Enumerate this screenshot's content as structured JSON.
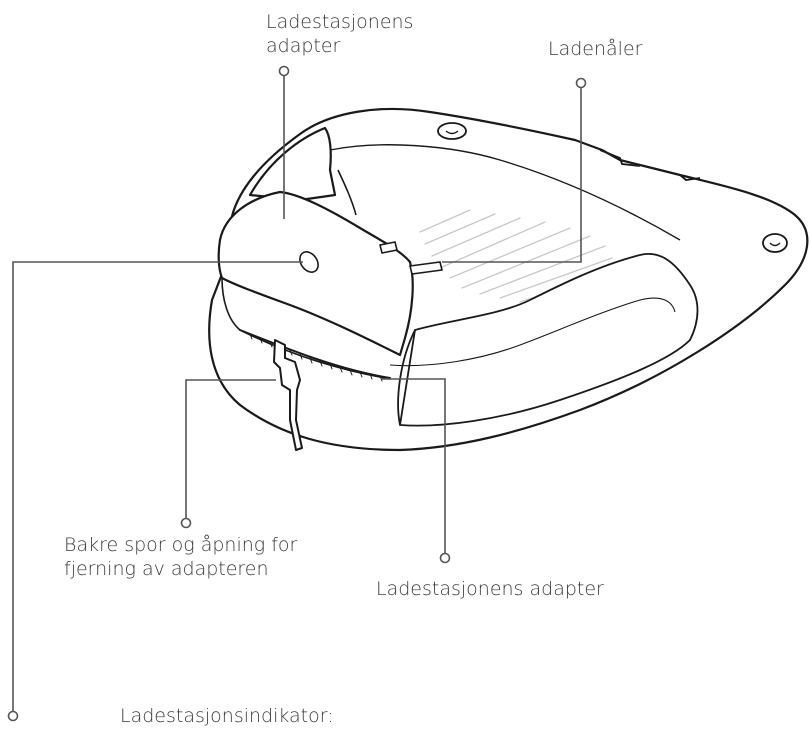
{
  "labels": {
    "adapter_top": {
      "line1": "Ladestasjonens",
      "line2": "adapter"
    },
    "needles": "Ladenåler",
    "rear_slot": {
      "line1": "Bakre spor og åpning for",
      "line2": "fjerning av adapteren"
    },
    "adapter_bottom": "Ladestasjonens adapter",
    "indicator": "Ladestasjonsindikator:"
  },
  "colors": {
    "outline": "#1a1a1a",
    "leader": "#555555",
    "hatch": "#c8c8c8",
    "text": "#3a3a3a"
  }
}
